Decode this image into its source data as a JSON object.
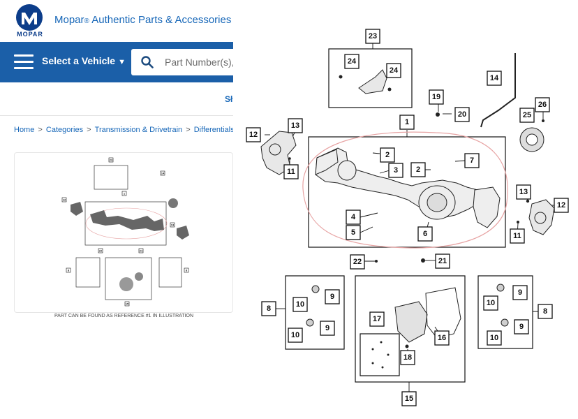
{
  "header": {
    "logo_word": "MOPAR",
    "brand_name": "Mopar",
    "brand_mark": "®",
    "brand_tagline": " Authentic Parts & Accessories"
  },
  "nav": {
    "menu_icon": "hamburger-icon",
    "select_vehicle_label": "Select a Vehicle",
    "search_icon": "search-icon",
    "search_placeholder": "Part Number(s),",
    "shop_tab_label": "Sł"
  },
  "breadcrumb": {
    "items": [
      "Home",
      "Categories",
      "Transmission & Drivetrain",
      "Differentials & Parts"
    ]
  },
  "thumbnail": {
    "caption": "PART CAN BE FOUND AS REFERENCE #1 IN ILLUSTRATION"
  },
  "diagram": {
    "callouts": [
      "1",
      "2",
      "2",
      "3",
      "4",
      "5",
      "6",
      "7",
      "8",
      "8",
      "9",
      "9",
      "9",
      "9",
      "10",
      "10",
      "10",
      "10",
      "11",
      "11",
      "12",
      "12",
      "13",
      "13",
      "14",
      "15",
      "16",
      "17",
      "18",
      "19",
      "20",
      "21",
      "22",
      "23",
      "24",
      "24",
      "25",
      "26"
    ]
  },
  "colors": {
    "brand_blue": "#1b5fa8",
    "link_blue": "#1767b8",
    "highlight_outline": "#e7a3a3"
  }
}
